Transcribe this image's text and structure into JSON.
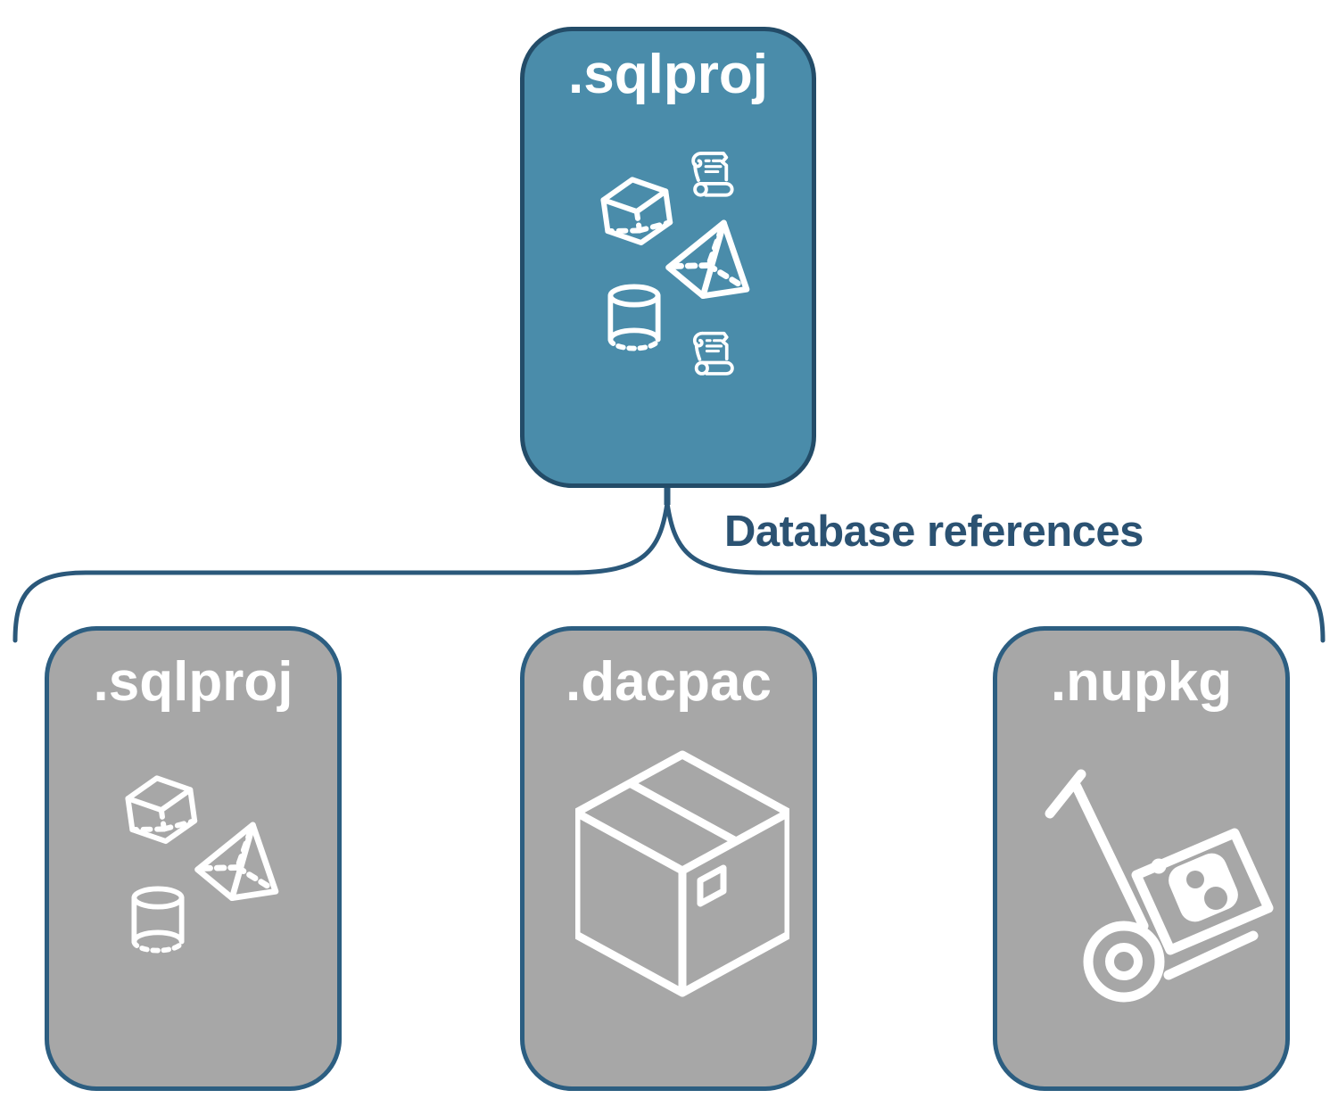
{
  "diagram": {
    "root_box": {
      "label": ".sqlproj",
      "icons": [
        "scroll",
        "cube",
        "pyramid",
        "cylinder",
        "scroll"
      ]
    },
    "connector_label": "Database references",
    "child_boxes": [
      {
        "label": ".sqlproj",
        "icons": [
          "cube",
          "pyramid",
          "cylinder"
        ]
      },
      {
        "label": ".dacpac",
        "icons": [
          "package-box"
        ]
      },
      {
        "label": ".nupkg",
        "icons": [
          "hand-truck-nuget-package"
        ]
      }
    ],
    "colors": {
      "root_fill": "#4A8CAA",
      "root_border": "#234C68",
      "child_fill": "#A7A7A7",
      "child_border": "#2C5E81",
      "connector": "#2B587A",
      "label_text": "#2B5272",
      "icon": "#FFFFFF"
    }
  }
}
